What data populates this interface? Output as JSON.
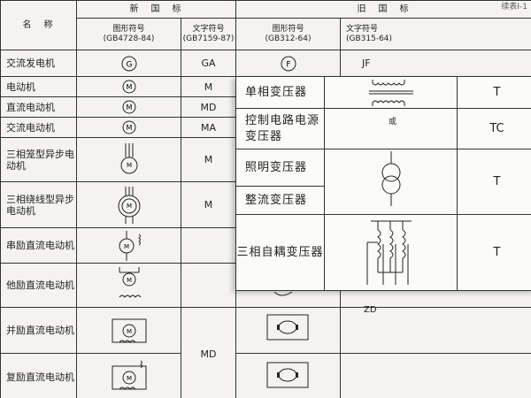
{
  "top_mark": "续表I-1",
  "header": {
    "name_col": "名　称",
    "new_std": "新　国　标",
    "old_std": "旧　国　标",
    "graphic_symbol": "图形符号",
    "text_symbol": "文字符号",
    "new_graphic_std": "(GB4728-84)",
    "new_text_std": "(GB7159-87)",
    "old_graphic_std": "(GB312-64)",
    "old_text_std": "(GB315-64)"
  },
  "rows": [
    {
      "name": "交流发电机",
      "new_code": "GA",
      "old_code": "JF",
      "symbol": "G",
      "old_symbol": "F"
    },
    {
      "name": "电动机",
      "new_code": "M",
      "symbol": "M"
    },
    {
      "name": "直流电动机",
      "new_code": "MD",
      "symbol": "M"
    },
    {
      "name": "交流电动机",
      "new_code": "MA",
      "symbol": "M"
    },
    {
      "name": "三相笼型异步电动机",
      "new_code": "M",
      "symbol": "M"
    },
    {
      "name": "三相绕线型异步电动机",
      "new_code": "M",
      "symbol": "M"
    },
    {
      "name": "串励直流电动机",
      "symbol": "M"
    },
    {
      "name": "他励直流电动机",
      "symbol": "M"
    },
    {
      "name": "并励直流电动机",
      "symbol": "M"
    },
    {
      "name": "复励直流电动机",
      "symbol": "M"
    }
  ],
  "merged_code": "MD",
  "old_merged_code": "ZD",
  "overlay": {
    "rows": [
      {
        "name": "单相变压器",
        "code": "T"
      },
      {
        "name": "控制电路电源变压器",
        "code": "TC",
        "note": "或"
      },
      {
        "name": "照明变压器",
        "code": "T"
      },
      {
        "name": "整流变压器"
      },
      {
        "name": "三相自耦变压器",
        "code": "T"
      }
    ]
  }
}
